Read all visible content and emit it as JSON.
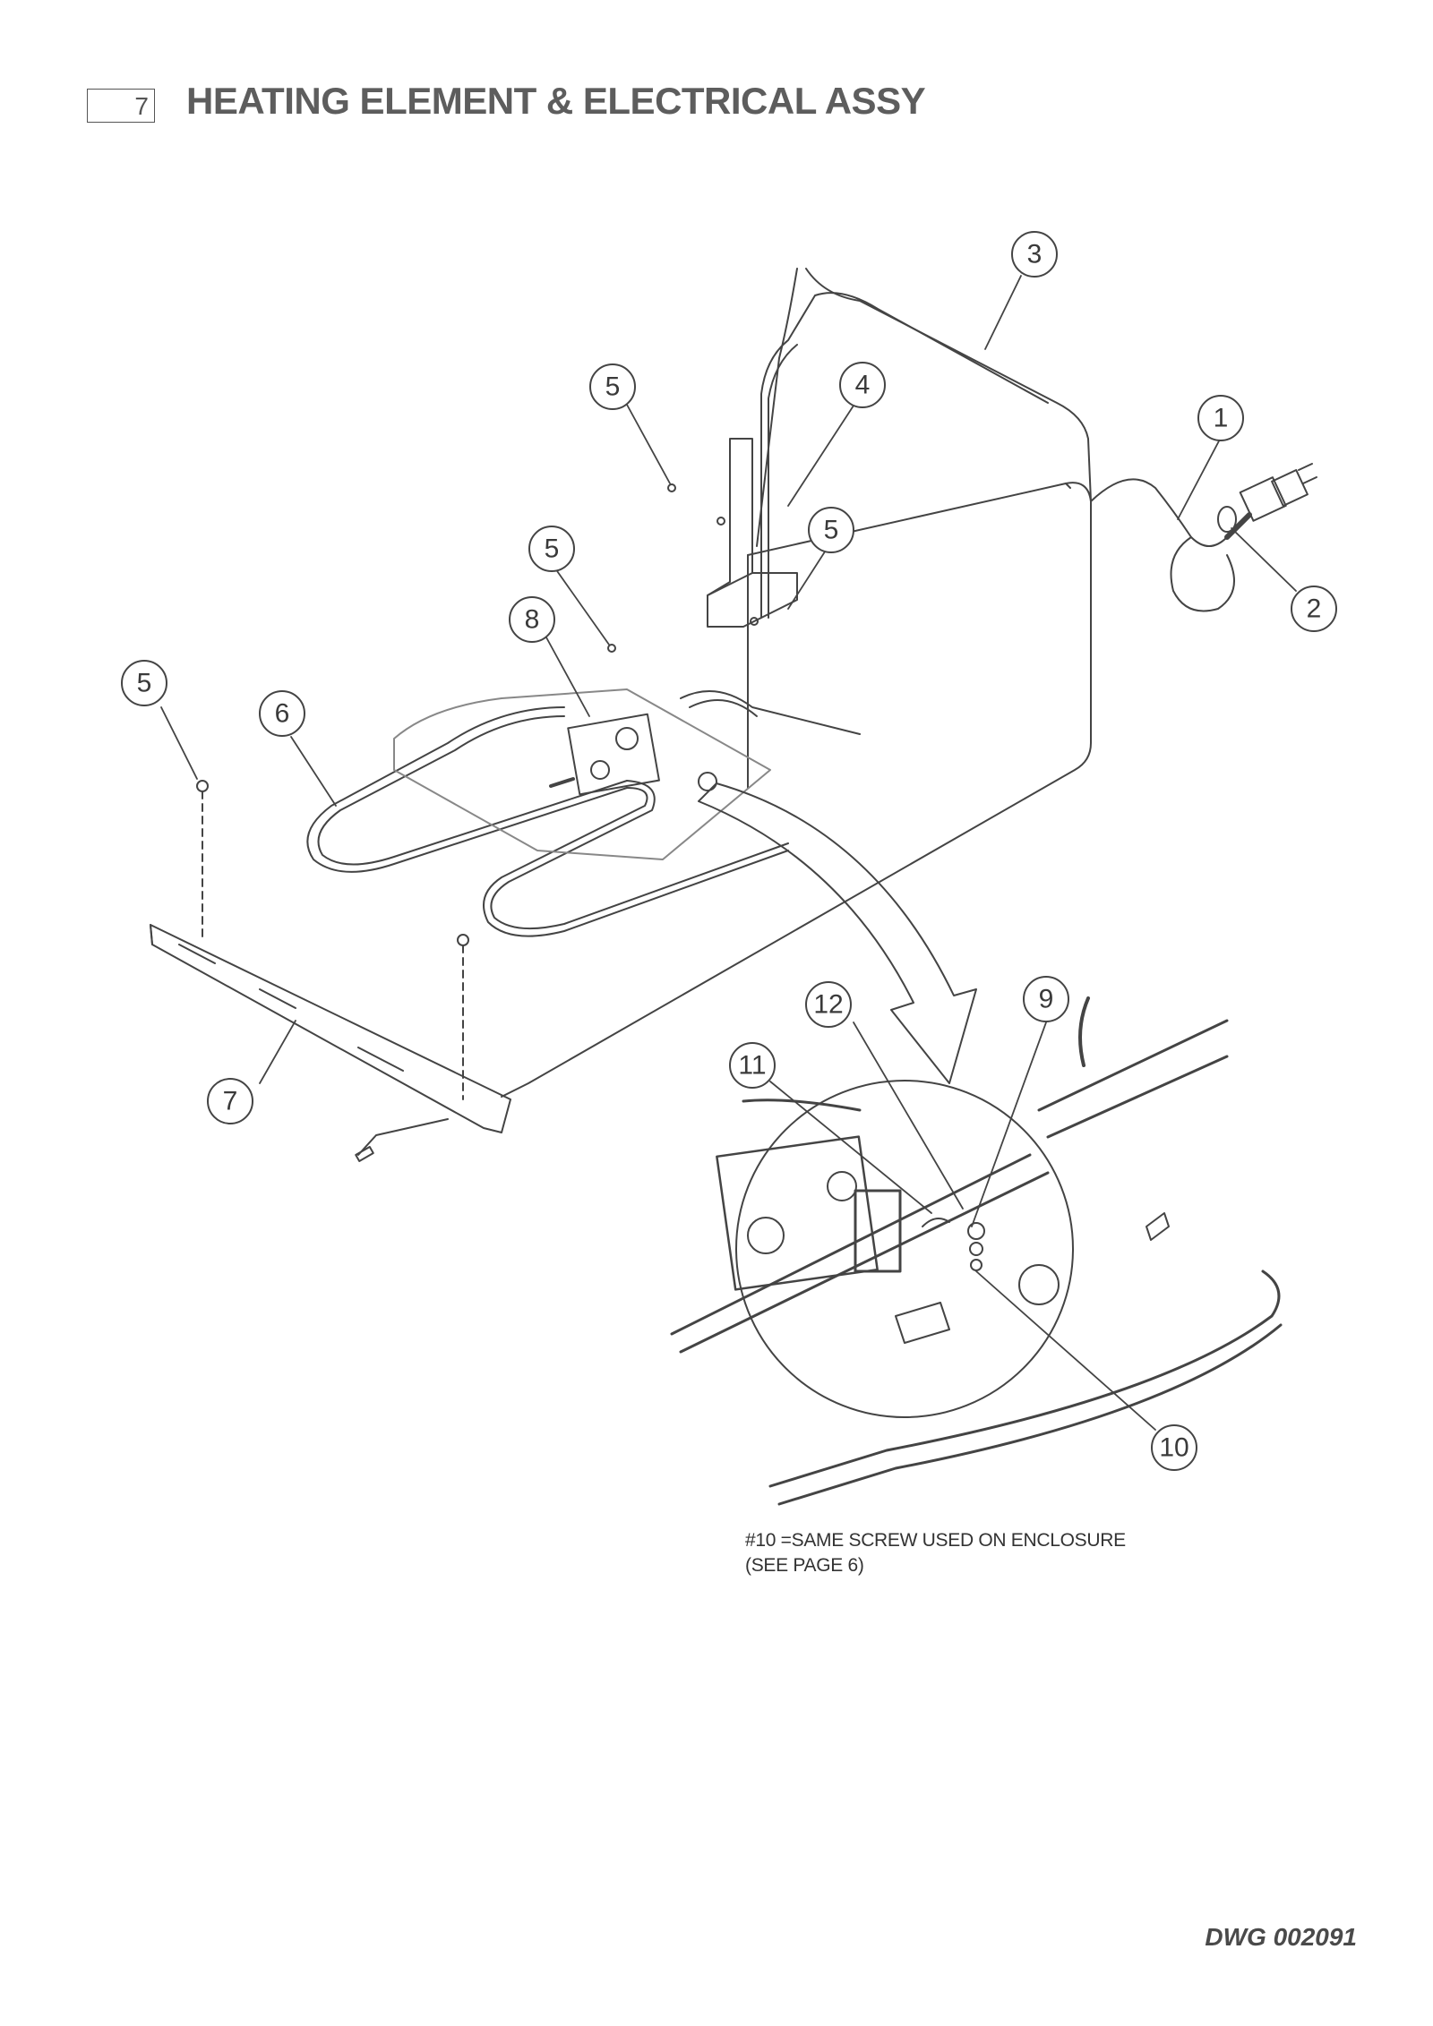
{
  "header": {
    "page_number": "7",
    "title": "HEATING ELEMENT & ELECTRICAL ASSY"
  },
  "callouts": [
    {
      "label": "1"
    },
    {
      "label": "2"
    },
    {
      "label": "3"
    },
    {
      "label": "4"
    },
    {
      "label": "5"
    },
    {
      "label": "5"
    },
    {
      "label": "5"
    },
    {
      "label": "5"
    },
    {
      "label": "6"
    },
    {
      "label": "7"
    },
    {
      "label": "8"
    },
    {
      "label": "9"
    },
    {
      "label": "10"
    },
    {
      "label": "11"
    },
    {
      "label": "12"
    }
  ],
  "note": {
    "line1": "#10 =SAME SCREW USED ON ENCLOSURE",
    "line2": "(SEE PAGE 6)"
  },
  "footer": {
    "drawing_number": "DWG 002091"
  }
}
